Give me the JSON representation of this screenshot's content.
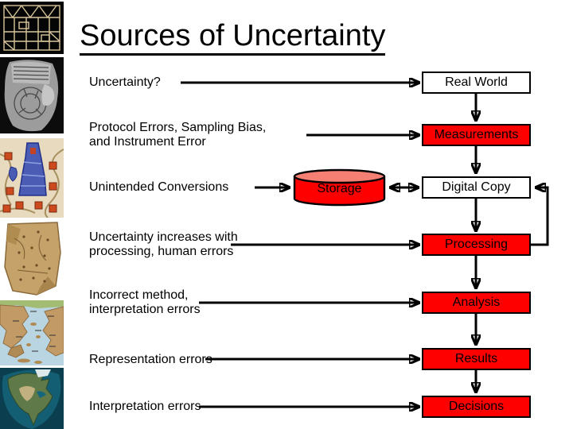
{
  "slide": {
    "title": "Sources of Uncertainty"
  },
  "colors": {
    "box_red": "#ff0000",
    "box_white": "#ffffff",
    "storage_body": "#ff0000",
    "storage_top": "#f47f72",
    "arrow": "#000000",
    "text": "#000000"
  },
  "sidebar": {
    "images": [
      {
        "icon": "babylonian-field-plan-map-thumbnail"
      },
      {
        "icon": "babylonian-world-map-clay-tablet-thumbnail"
      },
      {
        "icon": "medieval-tower-map-thumbnail"
      },
      {
        "icon": "parchment-map-thumbnail"
      },
      {
        "icon": "greece-topographic-map-thumbnail"
      },
      {
        "icon": "north-america-satellite-map-thumbnail"
      }
    ]
  },
  "diagram": {
    "left_labels": [
      {
        "lines": [
          "Uncertainty?"
        ]
      },
      {
        "lines": [
          "Protocol Errors, Sampling Bias,",
          "and Instrument Error"
        ]
      },
      {
        "lines": [
          "Unintended Conversions"
        ]
      },
      {
        "lines": [
          "Uncertainty increases with",
          "processing, human errors"
        ]
      },
      {
        "lines": [
          "Incorrect method,",
          "interpretation errors"
        ]
      },
      {
        "lines": [
          "Representation errors"
        ]
      },
      {
        "lines": [
          "Interpretation errors"
        ]
      }
    ],
    "flow_boxes": [
      {
        "label": "Real World",
        "fill": "#ffffff"
      },
      {
        "label": "Measurements",
        "fill": "#ff0000"
      },
      {
        "label": "Digital Copy",
        "fill": "#ffffff"
      },
      {
        "label": "Processing",
        "fill": "#ff0000"
      },
      {
        "label": "Analysis",
        "fill": "#ff0000"
      },
      {
        "label": "Results",
        "fill": "#ff0000"
      },
      {
        "label": "Decisions",
        "fill": "#ff0000"
      }
    ],
    "storage": {
      "label": "Storage"
    }
  }
}
